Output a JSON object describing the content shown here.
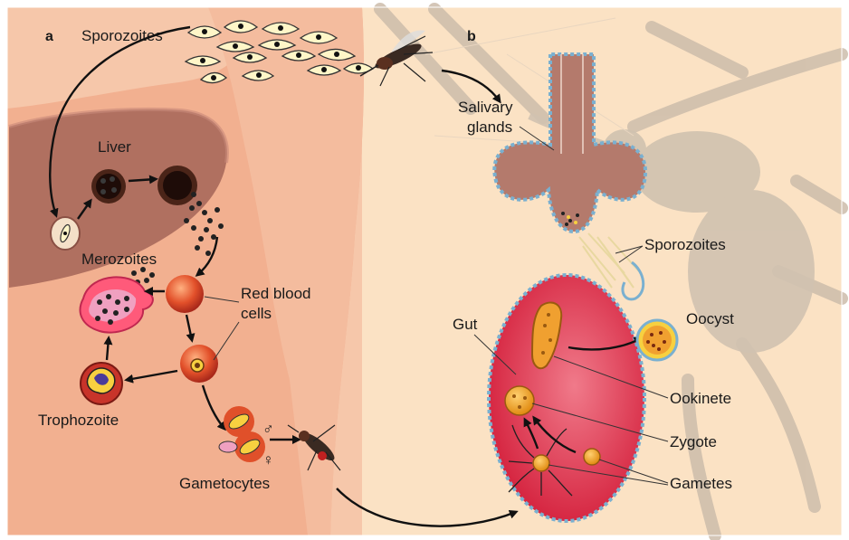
{
  "panels": {
    "a": "a",
    "b": "b"
  },
  "labels": {
    "sporozoites_a": "Sporozoites",
    "liver": "Liver",
    "merozoites": "Merozoites",
    "red_blood_1": "Red blood",
    "red_blood_2": "cells",
    "trophozoite": "Trophozoite",
    "gametocytes": "Gametocytes",
    "salivary_1": "Salivary",
    "salivary_2": "glands",
    "sporozoites_b": "Sporozoites",
    "gut": "Gut",
    "oocyst": "Oocyst",
    "ookinete": "Ookinete",
    "zygote": "Zygote",
    "gametes": "Gametes",
    "male_symbol": "♂",
    "female_symbol": "♀"
  },
  "colors": {
    "body_skin": "#f3b596",
    "background_a": "#f6c7aa",
    "background_b": "#fbe2c4",
    "liver": "#b07060",
    "red_cell": "#e2502a",
    "gut": "#e3304a",
    "gland": "#b47a6c",
    "mosquito_ghost": "#cdbdab"
  }
}
